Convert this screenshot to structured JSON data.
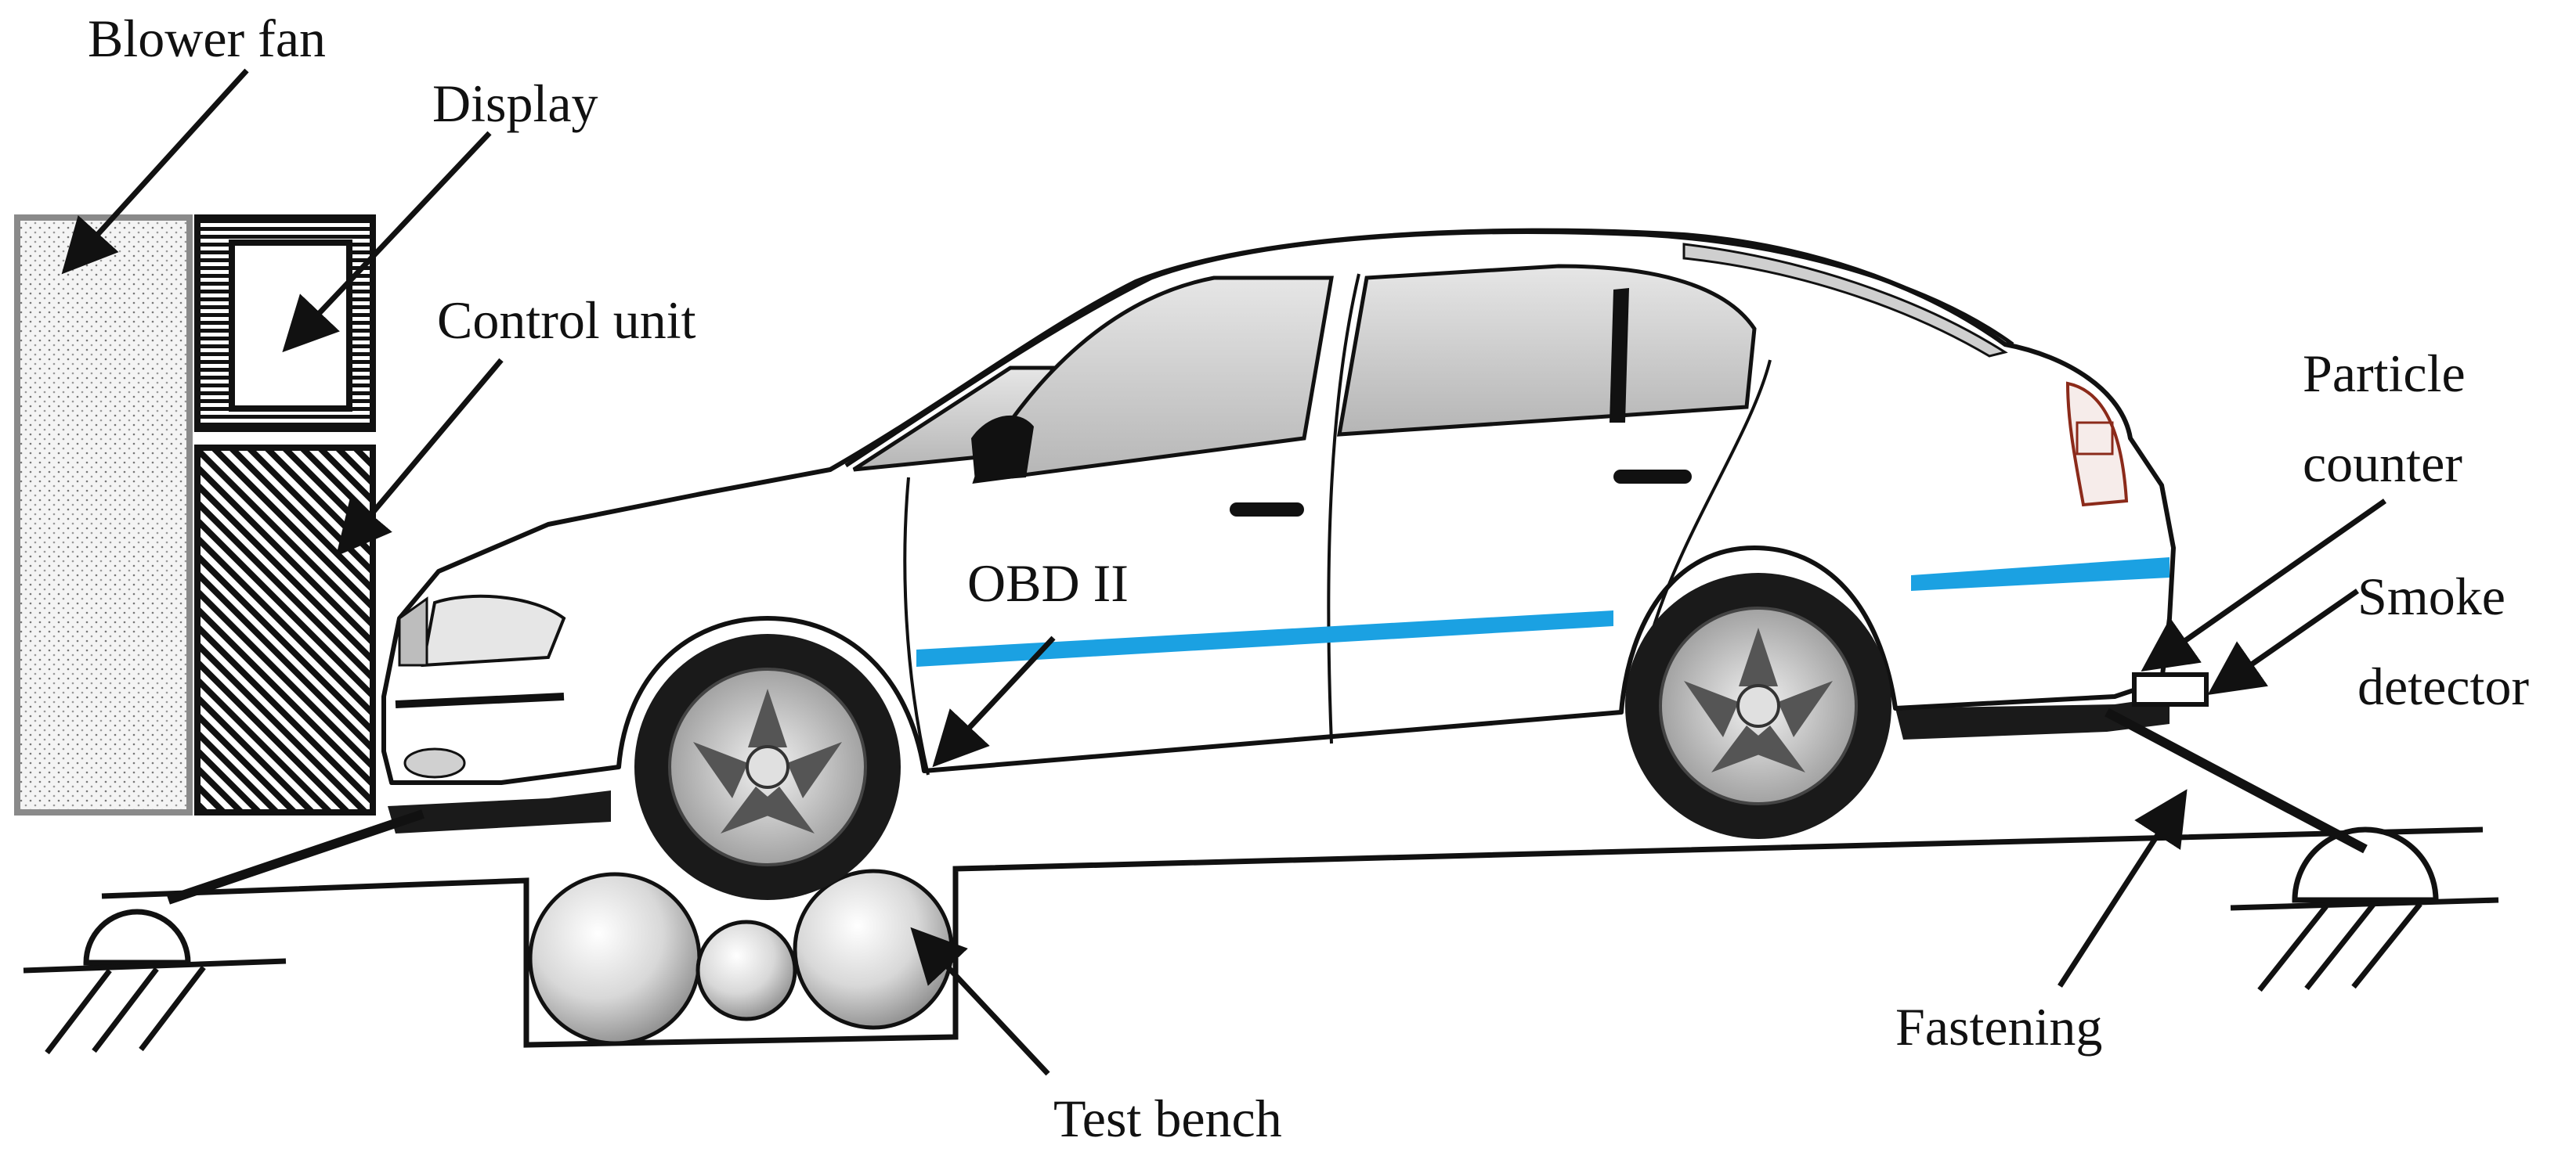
{
  "labels": {
    "blower_fan": "Blower fan",
    "display": "Display",
    "control_unit": "Control unit",
    "obd": "OBD II",
    "particle_counter_1": "Particle",
    "particle_counter_2": "counter",
    "smoke_detector_1": "Smoke",
    "smoke_detector_2": "detector",
    "fastening": "Fastening",
    "test_bench": "Test bench"
  },
  "colors": {
    "line": "#111111",
    "stripe": "#1ba1e2",
    "glass": "#cfcfcf",
    "tyre": "#1a1a1a",
    "taillight": "#8b2a1a"
  }
}
